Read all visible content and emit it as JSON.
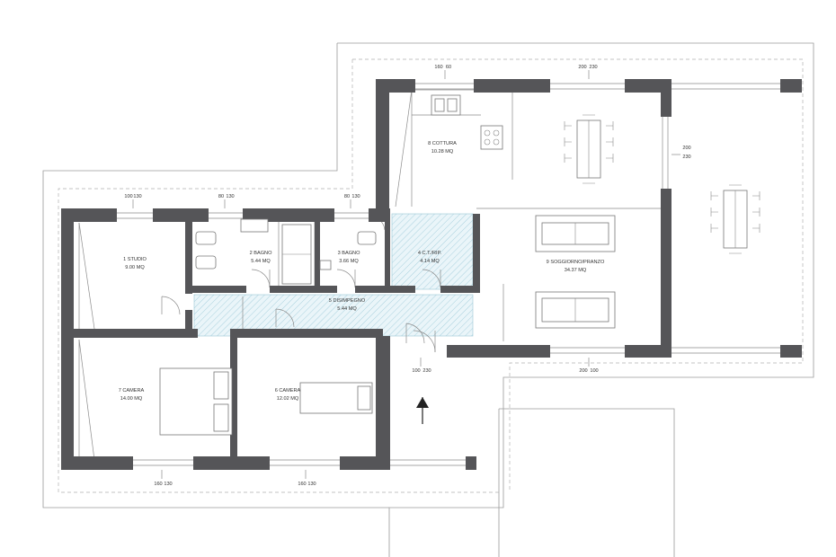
{
  "rooms": [
    {
      "id": "studio",
      "name": "1 STUDIO",
      "area": "9.00 MQ"
    },
    {
      "id": "bagno2",
      "name": "2 BAGNO",
      "area": "5.44 MQ"
    },
    {
      "id": "bagno3",
      "name": "3 BAGNO",
      "area": "3.66 MQ"
    },
    {
      "id": "ct",
      "name": "4 C.T./RIP.",
      "area": "4.14 MQ"
    },
    {
      "id": "disimpegno",
      "name": "5 DISIMPEGNO",
      "area": "5.44 MQ"
    },
    {
      "id": "camera6",
      "name": "6 CAMERA",
      "area": "12.02 MQ"
    },
    {
      "id": "camera7",
      "name": "7 CAMERA",
      "area": "14.00 MQ"
    },
    {
      "id": "cottura",
      "name": "8 COTTURA",
      "area": "10.28 MQ"
    },
    {
      "id": "soggiorno",
      "name": "9 SOGGIORNO/PRANZO",
      "area": "34.37 MQ"
    }
  ],
  "dimensions": {
    "top_cottura_a": "160",
    "top_cottura_b": "60",
    "top_living_a": "200",
    "top_living_b": "230",
    "right_a": "200",
    "right_b": "230",
    "studio_a": "100",
    "studio_b": "130",
    "bagno2_a": "80",
    "bagno2_b": "130",
    "bagno3_a": "80",
    "bagno3_b": "130",
    "entry_a": "100",
    "entry_b": "230",
    "bottom_living_a": "200",
    "bottom_living_b": "100",
    "cam7_a": "160",
    "cam7_b": "130",
    "cam6_a": "160",
    "cam6_b": "130"
  },
  "colors": {
    "wall": "#555558",
    "hatch": "#9bc7d6",
    "line": "#8a8a8a"
  },
  "icons": {
    "north_arrow": "north-arrow-icon"
  }
}
